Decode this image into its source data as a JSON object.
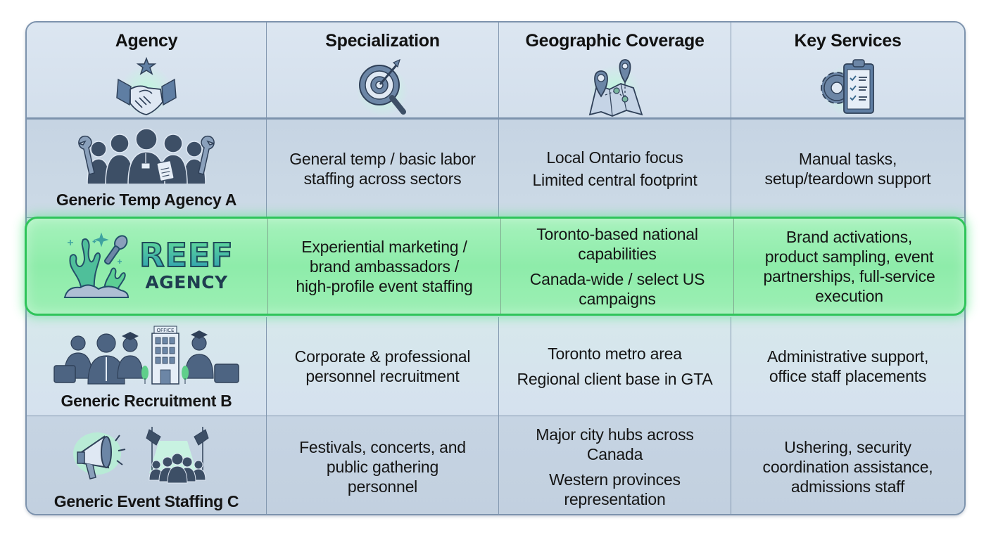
{
  "header": {
    "columns": [
      {
        "label": "Agency",
        "icon": "handshake-star-icon"
      },
      {
        "label": "Specialization",
        "icon": "target-magnifier-icon"
      },
      {
        "label": "Geographic Coverage",
        "icon": "map-pins-icon"
      },
      {
        "label": "Key Services",
        "icon": "gear-clipboard-icon"
      }
    ]
  },
  "rows": [
    {
      "agency": "Generic Temp Agency A",
      "icon": "workers-wrenches-icon",
      "specialization": [
        "General temp / basic labor",
        "staffing across sectors"
      ],
      "coverage": [
        [
          "Local Ontario focus"
        ],
        [
          "Limited central footprint"
        ]
      ],
      "services": [
        "Manual tasks,",
        "setup/teardown support"
      ],
      "highlighted": false
    },
    {
      "agency": "REEF AGENCY",
      "logo": {
        "word": "REEF",
        "sub": "AGENCY",
        "icon": "coral-microphone-logo"
      },
      "specialization": [
        "Experiential marketing /",
        "brand ambassadors /",
        "high-profile event staffing"
      ],
      "coverage": [
        [
          "Toronto-based national",
          "capabilities"
        ],
        [
          "Canada-wide / select US",
          "campaigns"
        ]
      ],
      "services": [
        "Brand activations,",
        "product sampling, event",
        "partnerships, full-service",
        "execution"
      ],
      "highlighted": true
    },
    {
      "agency": "Generic Recruitment B",
      "icon": "office-professionals-icon",
      "icon_sign": "OFFICE",
      "specialization": [
        "Corporate & professional",
        "personnel recruitment"
      ],
      "coverage": [
        [
          "Toronto metro area"
        ],
        [
          "Regional client base in GTA"
        ]
      ],
      "services": [
        "Administrative support,",
        "office staff placements"
      ],
      "highlighted": false
    },
    {
      "agency": "Generic Event Staffing C",
      "icon": "megaphone-crowd-spotlights-icon",
      "specialization": [
        "Festivals, concerts, and",
        "public gathering",
        "personnel"
      ],
      "coverage": [
        [
          "Major city hubs across",
          "Canada"
        ],
        [
          "Western provinces",
          "representation"
        ]
      ],
      "services": [
        "Ushering, security",
        "coordination assistance,",
        "admissions staff"
      ],
      "highlighted": false
    }
  ],
  "colors": {
    "table_border": "#7d93ad",
    "header_bg": "#d8e3ef",
    "row_bg": "#c8d6e4",
    "highlight_bg": "#98eeb0",
    "highlight_border": "#2fc45a",
    "icon_dark": "#3d4f66",
    "icon_mid": "#6c86a6"
  }
}
